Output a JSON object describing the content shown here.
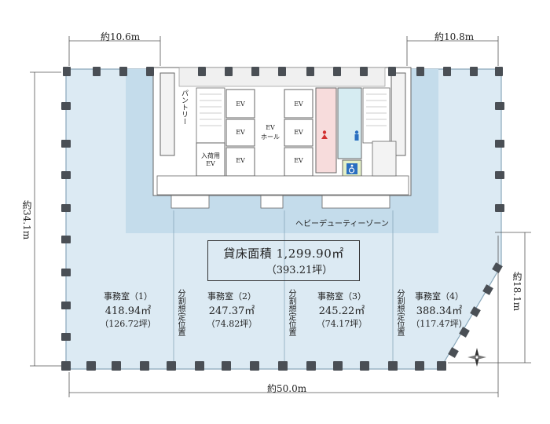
{
  "dimensions": {
    "top_left": "約10.6m",
    "top_right": "約10.8m",
    "left_height": "約34.1m",
    "right_height": "約18.1m",
    "bottom_width": "約50.0m"
  },
  "total": {
    "label": "貸床面積 1,299.90㎡",
    "tsubo": "（393.21坪）"
  },
  "zone": {
    "heavy_duty": "ヘビーデューティーゾーン"
  },
  "core": {
    "pantry": "パントリー",
    "ev": "EV",
    "ev_hall_ev": "EV",
    "ev_hall": "ホール",
    "freight_ev_1": "入荷用",
    "freight_ev_2": "EV"
  },
  "divider_label": "分割想定位置",
  "rooms": [
    {
      "name": "事務室（1）",
      "area": "418.94㎡",
      "tsubo": "（126.72坪）"
    },
    {
      "name": "事務室（2）",
      "area": "247.37㎡",
      "tsubo": "（74.82坪）"
    },
    {
      "name": "事務室（3）",
      "area": "245.22㎡",
      "tsubo": "（74.17坪）"
    },
    {
      "name": "事務室（4）",
      "area": "388.34㎡",
      "tsubo": "（117.47坪）"
    }
  ],
  "colors": {
    "floor": "#dceaf3",
    "heavy_zone": "#c4dceb",
    "column": "#4a4f55",
    "core": "#ffffff",
    "wc_men": "#d6ecf2",
    "wc_women": "#f7dcdc",
    "accessible_wc": "#e3f0c8"
  },
  "icons": {
    "compass": "compass-icon",
    "women": "women-toilet-icon",
    "men": "men-toilet-icon",
    "accessible": "wheelchair-icon"
  }
}
